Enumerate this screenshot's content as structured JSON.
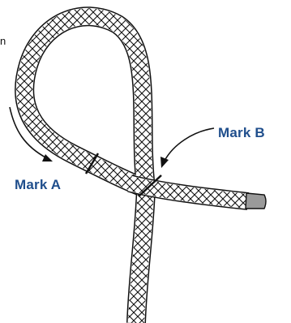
{
  "labels": {
    "mark_a": "Mark A",
    "mark_b": "Mark B",
    "edge_fragment": "n"
  },
  "colors": {
    "label": "#1f4e8c",
    "rope_outline": "#111111",
    "rope_fill": "#ffffff",
    "rope_tip": "#9a9a9a",
    "arrow": "#111111"
  },
  "icons": {
    "rope": "braided-rope-loop",
    "arrow_a": "curved-arrow",
    "arrow_b": "curved-arrow"
  }
}
